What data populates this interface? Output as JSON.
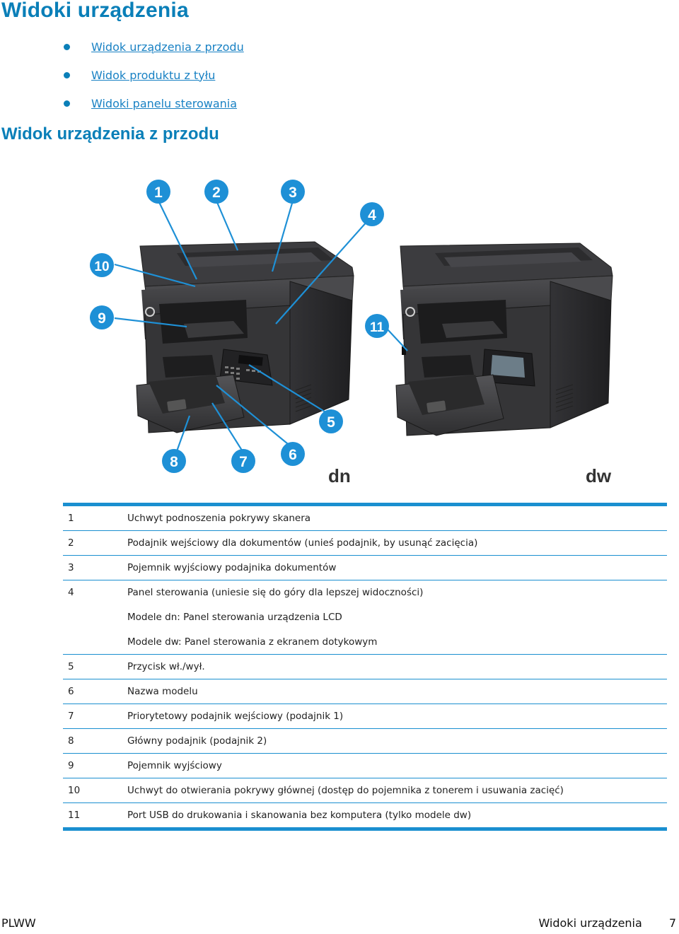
{
  "page": {
    "title": "Widoki urządzenia",
    "links": [
      "Widok urządzenia z przodu",
      "Widok produktu z tyłu",
      "Widoki panelu sterowania"
    ],
    "section_title": "Widok urządzenia z przodu"
  },
  "figure": {
    "callouts": [
      "1",
      "2",
      "3",
      "4",
      "5",
      "6",
      "7",
      "8",
      "9",
      "10",
      "11"
    ],
    "models": [
      "dn",
      "dw"
    ]
  },
  "parts_table": {
    "rows": [
      {
        "num": "1",
        "text": "Uchwyt podnoszenia pokrywy skanera"
      },
      {
        "num": "2",
        "text": "Podajnik wejściowy dla dokumentów (unieś podajnik, by usunąć zacięcia)"
      },
      {
        "num": "3",
        "text": "Pojemnik wyjściowy podajnika dokumentów"
      },
      {
        "num": "4",
        "text": "Panel sterowania (uniesie się do góry dla lepszej widoczności)"
      },
      {
        "num": "",
        "text": "Modele dn: Panel sterowania urządzenia LCD"
      },
      {
        "num": "",
        "text": "Modele dw: Panel sterowania z ekranem dotykowym"
      },
      {
        "num": "5",
        "text": "Przycisk wł./wył."
      },
      {
        "num": "6",
        "text": "Nazwa modelu"
      },
      {
        "num": "7",
        "text": "Priorytetowy podajnik wejściowy (podajnik 1)"
      },
      {
        "num": "8",
        "text": "Główny podajnik (podajnik 2)"
      },
      {
        "num": "9",
        "text": "Pojemnik wyjściowy"
      },
      {
        "num": "10",
        "text": "Uchwyt do otwierania pokrywy głównej (dostęp do pojemnika z tonerem i usuwania zacięć)"
      },
      {
        "num": "11",
        "text": "Port USB do drukowania i skanowania bez komputera (tylko modele dw)"
      }
    ]
  },
  "footer": {
    "left": "PLWW",
    "section": "Widoki urządzenia",
    "page_number": "7"
  },
  "colors": {
    "accent": "#0a7fb8",
    "rule": "#1a8fd0",
    "callout": "#1e90d6",
    "printer_body": "#3a3a3c"
  }
}
